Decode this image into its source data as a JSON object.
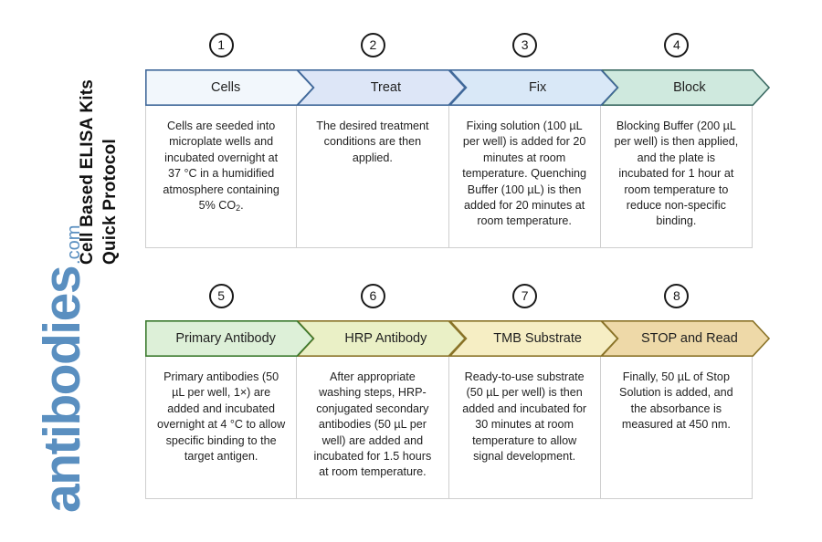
{
  "page": {
    "title_line1": "Cell Based ELISA Kits",
    "title_line2": "Quick Protocol",
    "background": "#ffffff"
  },
  "logo": {
    "word": "antibodies",
    "tld": ".com",
    "color": "#5a8fc0"
  },
  "rows": [
    {
      "id": "row-1",
      "steps": [
        {
          "number": "1",
          "label": "Cells",
          "description": "Cells are seeded into microplate wells and incubated overnight at 37 °C in a humidified atmosphere containing 5% CO",
          "description_sub": "2",
          "description_tail": ".",
          "fill": "#f2f7fc",
          "stroke": "#41699a"
        },
        {
          "number": "2",
          "label": "Treat",
          "description": "The desired treatment conditions are then applied.",
          "fill": "#dde6f7",
          "stroke": "#41699a"
        },
        {
          "number": "3",
          "label": "Fix",
          "description": "Fixing solution (100 µL per well) is added for 20 minutes at room temperature. Quenching Buffer (100 µL) is then added for 20 minutes at room temperature.",
          "fill": "#d9e8f7",
          "stroke": "#41699a"
        },
        {
          "number": "4",
          "label": "Block",
          "description": "Blocking Buffer (200 µL per well) is then applied, and the plate is incubated for 1 hour at room temperature to reduce non-specific binding.",
          "fill": "#cfe9de",
          "stroke": "#3c6b63"
        }
      ]
    },
    {
      "id": "row-2",
      "steps": [
        {
          "number": "5",
          "label": "Primary Antibody",
          "description": "Primary antibodies (50 µL per well, 1×) are added and incubated overnight at 4 °C to allow specific binding to the target antigen.",
          "fill": "#ddf0d8",
          "stroke": "#3b7a2e"
        },
        {
          "number": "6",
          "label": "HRP Antibody",
          "description": "After appropriate washing steps, HRP-conjugated secondary antibodies (50 µL per well) are added and incubated for 1.5 hours at room temperature.",
          "fill": "#eaf0c6",
          "stroke": "#8a7328"
        },
        {
          "number": "7",
          "label": "TMB Substrate",
          "description": "Ready-to-use substrate (50 µL per well) is then added and incubated for 30 minutes at room temperature to allow signal development.",
          "fill": "#f6eec4",
          "stroke": "#8a7328"
        },
        {
          "number": "8",
          "label": "STOP and Read",
          "description": "Finally, 50 µL of Stop Solution is added, and the absorbance is measured at 450 nm.",
          "fill": "#eed9a8",
          "stroke": "#8a7328"
        }
      ]
    }
  ]
}
